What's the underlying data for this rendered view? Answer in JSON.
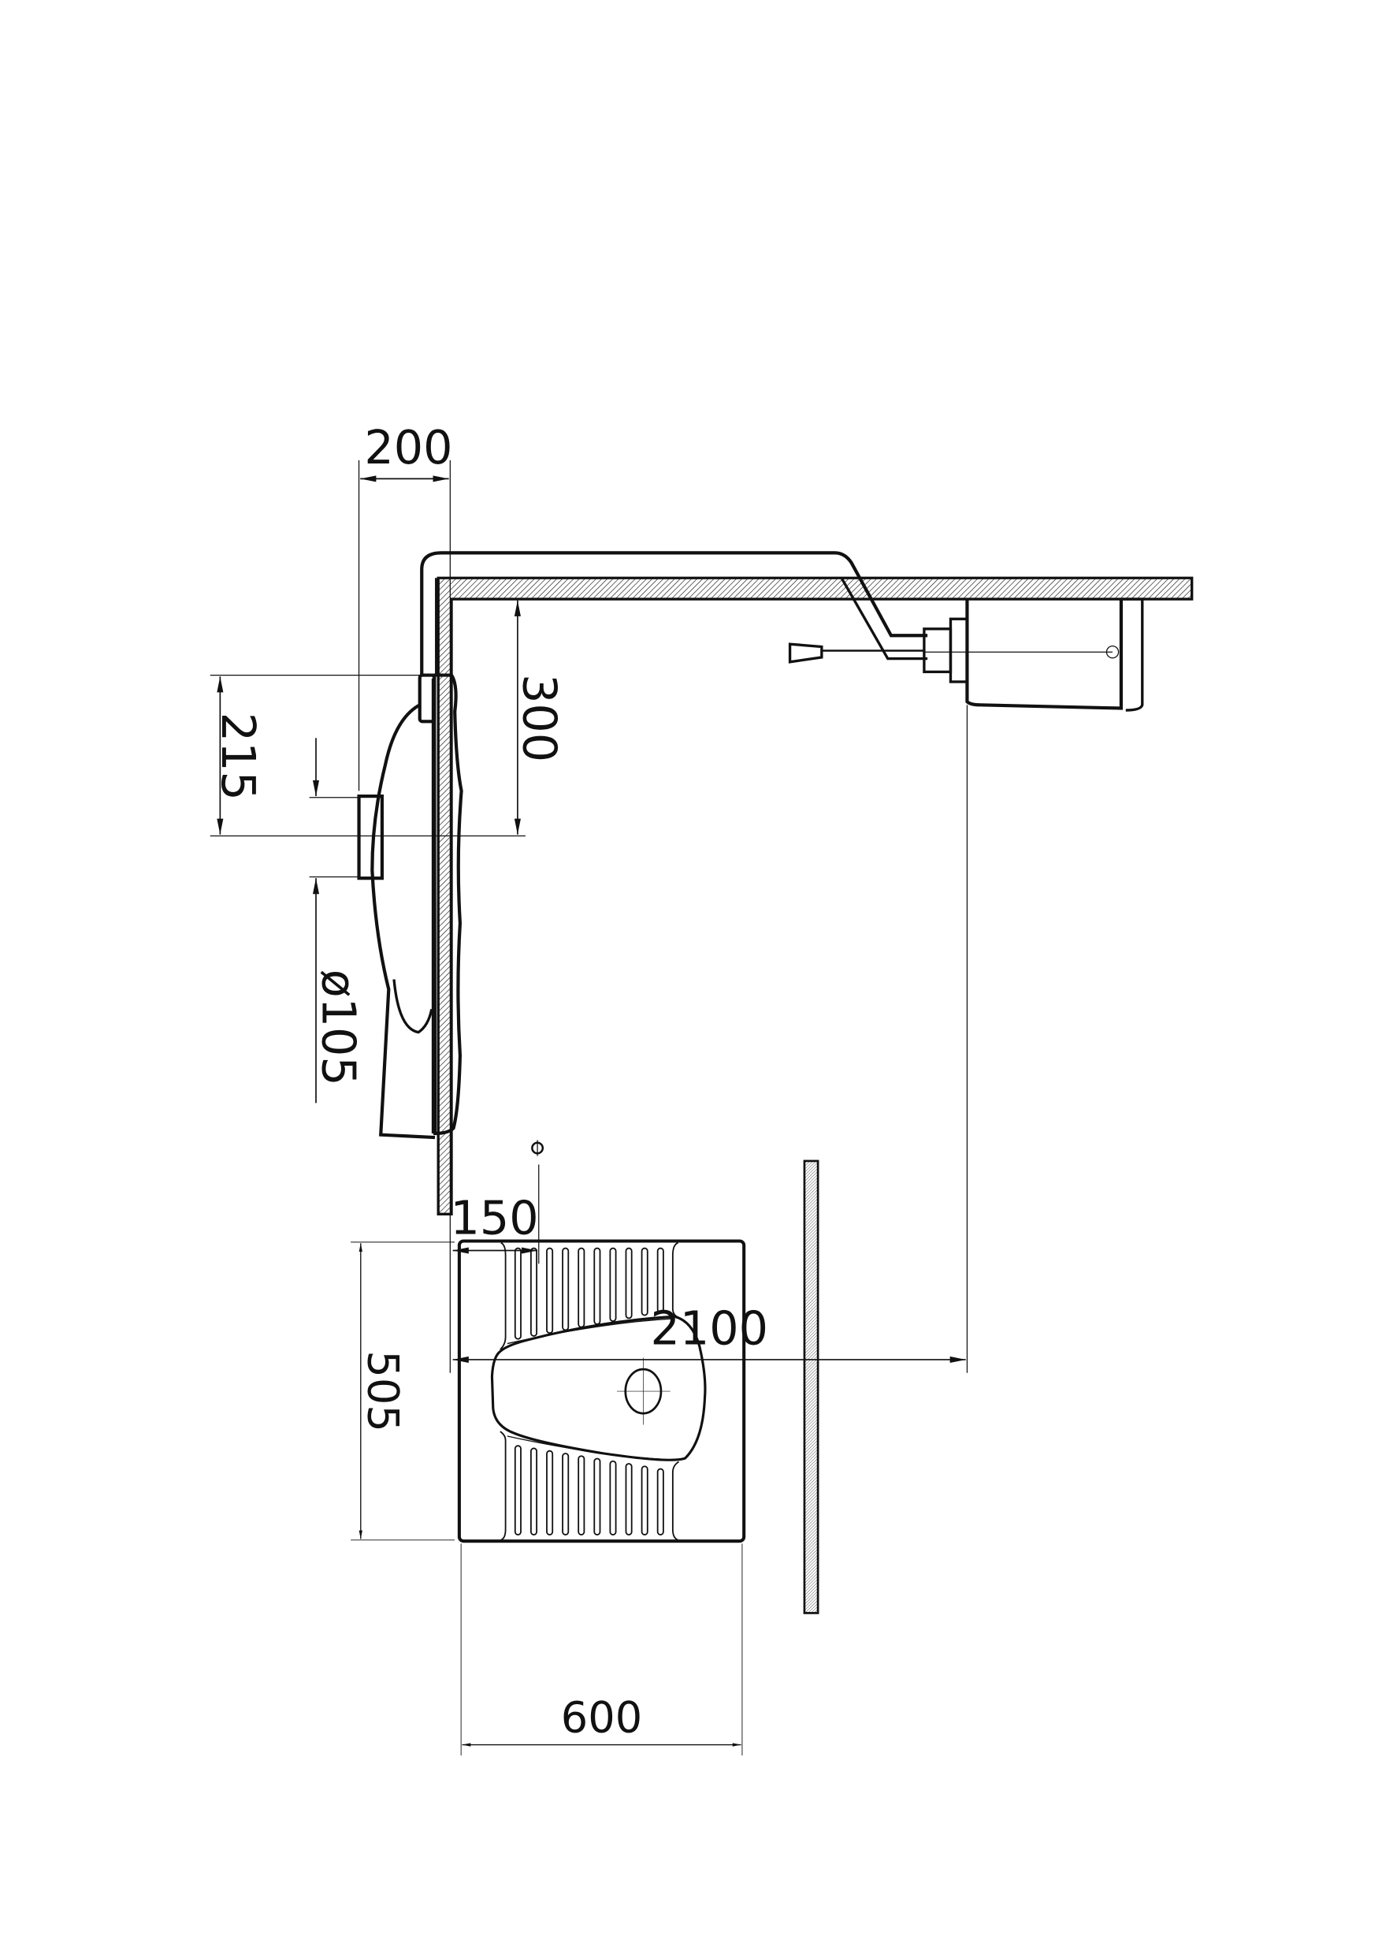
{
  "side_view": {
    "dimensions": {
      "pipe_offset": "200",
      "outlet_height": "215",
      "pipe_drop": "300",
      "outlet_diameter": "ø105",
      "floor_drain_offset": "150",
      "cistern_distance": "2100"
    }
  },
  "plan_view": {
    "dimensions": {
      "depth": "505",
      "width": "600"
    },
    "groove_count_per_row": 10
  },
  "colors": {
    "line": "#111111",
    "background": "#ffffff"
  }
}
